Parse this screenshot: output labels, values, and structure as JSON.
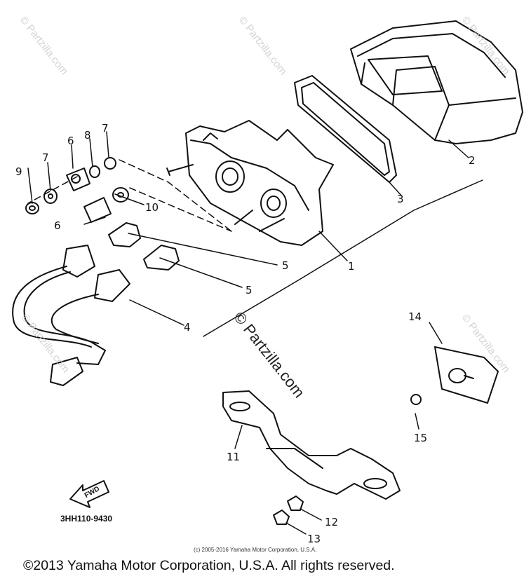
{
  "watermarks": {
    "corner_text": "© Partzilla.com",
    "center_text": "© Partzilla.com"
  },
  "callouts": {
    "c1": "1",
    "c2": "2",
    "c3": "3",
    "c4": "4",
    "c5a": "5",
    "c5b": "5",
    "c6a": "6",
    "c6b": "6",
    "c7a": "7",
    "c7b": "7",
    "c8": "8",
    "c9": "9",
    "c10": "10",
    "c11": "11",
    "c12": "12",
    "c13": "13",
    "c14": "14",
    "c15": "15"
  },
  "fwd_label": "FWD",
  "part_code": "3HH110-9430",
  "small_copyright": "(c) 2005-2016 Yamaha Motor Corporation, U.S.A.",
  "copyright": "©2013 Yamaha Motor Corporation, U.S.A. All rights reserved."
}
